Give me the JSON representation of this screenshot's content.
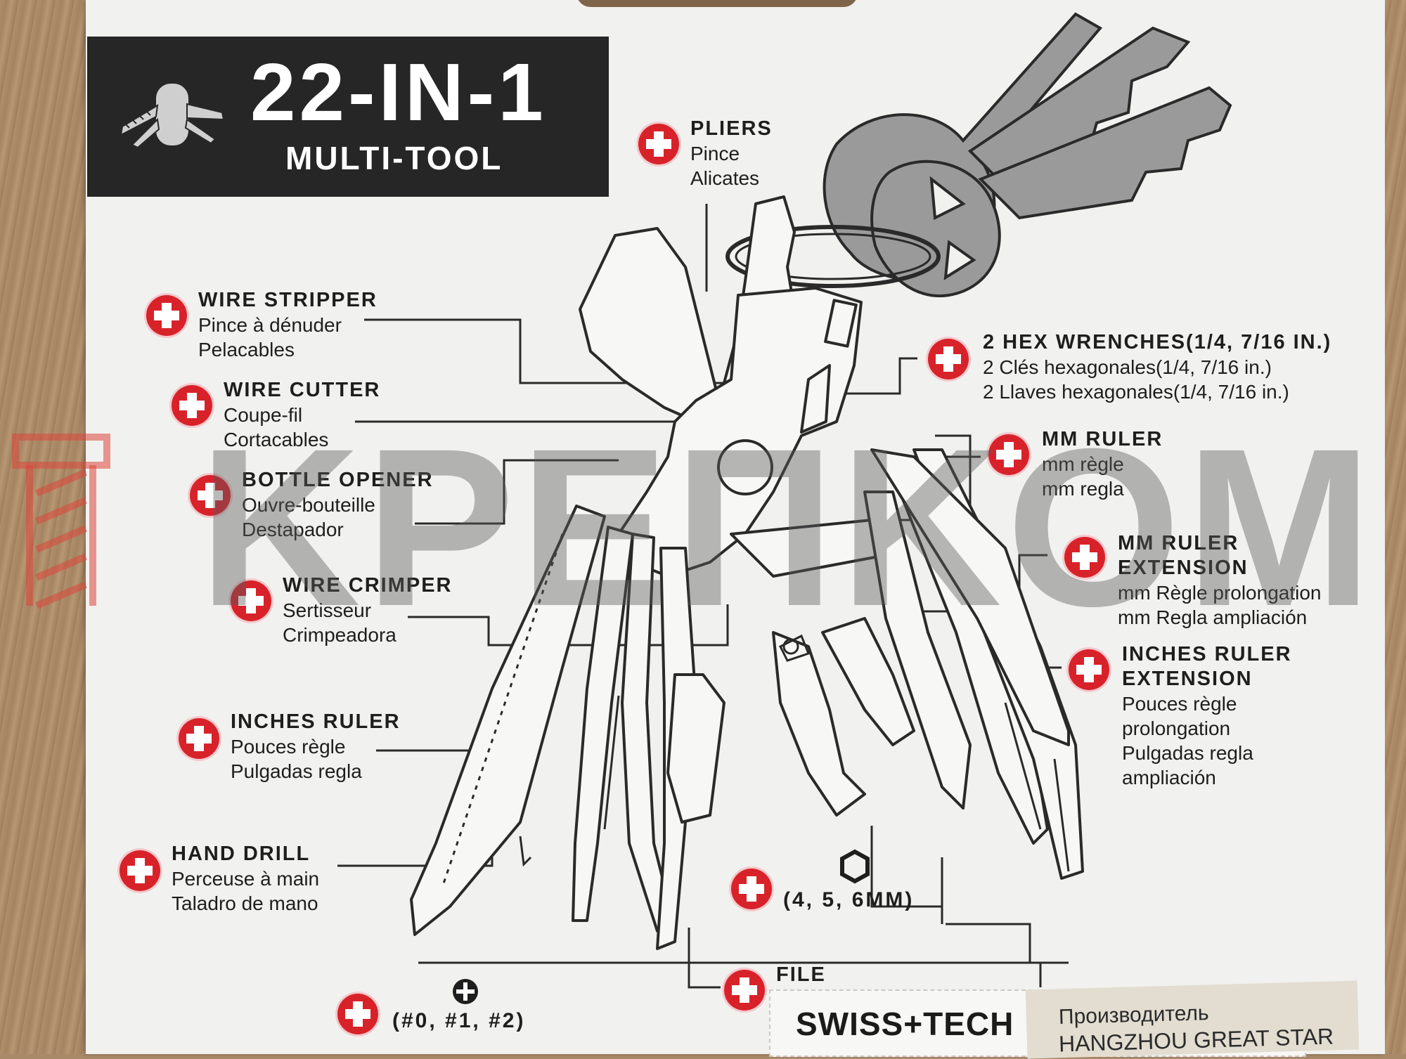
{
  "header": {
    "title": "22-IN-1",
    "subtitle": "MULTI-TOOL",
    "icon": "swiss-army-knife-icon"
  },
  "labels": [
    {
      "id": "pliers",
      "heading": "PLIERS",
      "lines": [
        "Pince",
        "Alicates"
      ]
    },
    {
      "id": "wire-stripper",
      "heading": "WIRE STRIPPER",
      "lines": [
        "Pince à dénuder",
        "Pelacables"
      ]
    },
    {
      "id": "wire-cutter",
      "heading": "WIRE CUTTER",
      "lines": [
        "Coupe-fil",
        "Cortacables"
      ]
    },
    {
      "id": "bottle-opener",
      "heading": "BOTTLE OPENER",
      "lines": [
        "Ouvre-bouteille",
        "Destapador"
      ]
    },
    {
      "id": "wire-crimper",
      "heading": "WIRE CRIMPER",
      "lines": [
        "Sertisseur",
        "Crimpeadora"
      ]
    },
    {
      "id": "inches-ruler",
      "heading": "INCHES RULER",
      "lines": [
        "Pouces règle",
        "Pulgadas regla"
      ]
    },
    {
      "id": "hand-drill",
      "heading": "HAND DRILL",
      "lines": [
        "Perceuse à main",
        "Taladro de mano"
      ]
    },
    {
      "id": "hex-wrenches",
      "heading": "2 HEX WRENCHES(1/4, 7/16 IN.)",
      "lines": [
        "2 Clés hexagonales(1/4, 7/16 in.)",
        "2 Llaves hexagonales(1/4, 7/16 in.)"
      ]
    },
    {
      "id": "mm-ruler",
      "heading": "MM RULER",
      "lines": [
        "mm règle",
        "mm regla"
      ]
    },
    {
      "id": "mm-ruler-extension",
      "heading": "MM RULER",
      "heading2": "EXTENSION",
      "lines": [
        "mm Règle prolongation",
        "mm Regla ampliación"
      ]
    },
    {
      "id": "inches-ruler-extension",
      "heading": "INCHES RULER",
      "heading2": "EXTENSION",
      "lines": [
        "Pouces règle",
        "prolongation",
        "Pulgadas regla",
        "ampliación"
      ]
    },
    {
      "id": "file",
      "heading": "FILE",
      "lines": []
    }
  ],
  "sizes": {
    "hex_bits": "(4, 5, 6MM)",
    "phillips_bits": "(#0, #1, #2)"
  },
  "watermark": "KPEПKOM",
  "tag": {
    "brand": "SWISS+TECH"
  },
  "sticker": {
    "line1": "Производитель",
    "line2": "HANGZHOU GREAT STAR"
  },
  "colors": {
    "badge": "#d8222a",
    "banner": "#262626",
    "card": "#f1f1ef"
  }
}
